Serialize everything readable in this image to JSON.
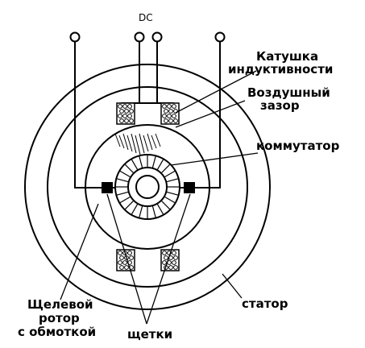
{
  "diagram": {
    "terminal_label": "DC",
    "labels": {
      "coil_line1": "Катушка",
      "coil_line2": "индуктивности",
      "gap_line1": "Воздушный",
      "gap_line2": "зазор",
      "commutator": "коммутатор",
      "stator": "статор",
      "rotor_line1": "Щелевой",
      "rotor_line2": "ротор",
      "rotor_line3": "с обмоткой",
      "brushes": "щетки"
    },
    "colors": {
      "ink": "#000000",
      "background": "#ffffff"
    }
  }
}
